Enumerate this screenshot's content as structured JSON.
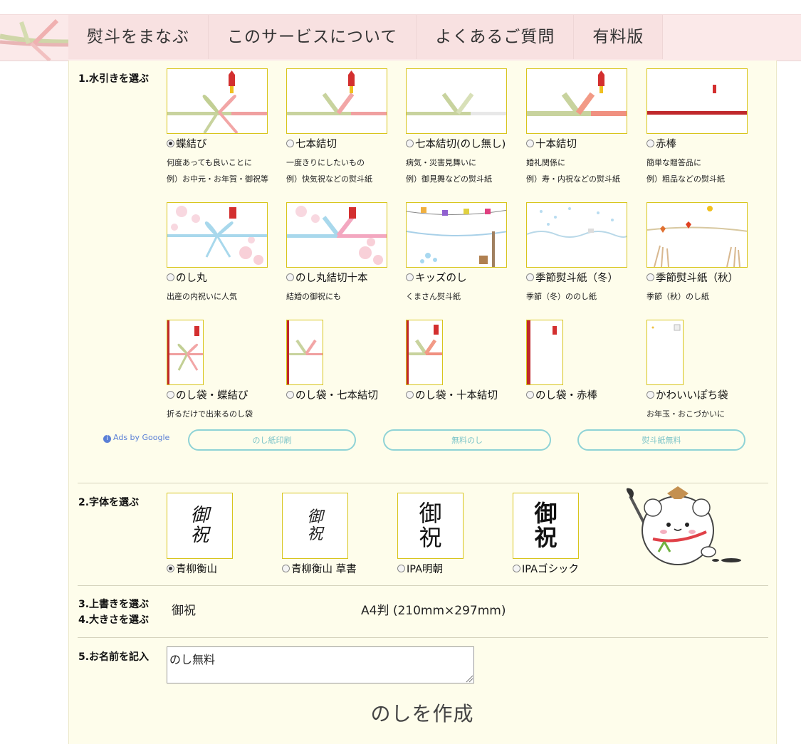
{
  "nav": {
    "items": [
      "熨斗をまなぶ",
      "このサービスについて",
      "よくあるご質問",
      "有料版"
    ]
  },
  "section1": {
    "label": "1.水引きを選ぶ",
    "items": [
      {
        "label": "蝶結び",
        "selected": true,
        "desc1": "何度あっても良いことに",
        "desc2": "例）お中元・お年賀・御祝等"
      },
      {
        "label": "七本結切",
        "selected": false,
        "desc1": "一度きりにしたいもの",
        "desc2": "例）快気祝などの熨斗紙"
      },
      {
        "label": "七本結切(のし無し)",
        "selected": false,
        "desc1": "病気・災害見舞いに",
        "desc2": "例）御見舞などの熨斗紙"
      },
      {
        "label": "十本結切",
        "selected": false,
        "desc1": "婚礼関係に",
        "desc2": "例）寿・内祝などの熨斗紙"
      },
      {
        "label": "赤棒",
        "selected": false,
        "desc1": "簡単な贈答品に",
        "desc2": "例）粗品などの熨斗紙"
      },
      {
        "label": "のし丸",
        "selected": false,
        "desc1": "出産の内祝いに人気",
        "desc2": ""
      },
      {
        "label": "のし丸結切十本",
        "selected": false,
        "desc1": "結婚の御祝にも",
        "desc2": ""
      },
      {
        "label": "キッズのし",
        "selected": false,
        "desc1": "くまさん熨斗紙",
        "desc2": ""
      },
      {
        "label": "季節熨斗紙（冬）",
        "selected": false,
        "desc1": "季節（冬）ののし紙",
        "desc2": ""
      },
      {
        "label": "季節熨斗紙（秋）",
        "selected": false,
        "desc1": "季節（秋）のし紙",
        "desc2": ""
      },
      {
        "label": "のし袋・蝶結び",
        "selected": false,
        "desc1": "折るだけで出来るのし袋",
        "desc2": ""
      },
      {
        "label": "のし袋・七本結切",
        "selected": false,
        "desc1": "",
        "desc2": ""
      },
      {
        "label": "のし袋・十本結切",
        "selected": false,
        "desc1": "",
        "desc2": ""
      },
      {
        "label": "のし袋・赤棒",
        "selected": false,
        "desc1": "",
        "desc2": ""
      },
      {
        "label": "かわいいぽち袋",
        "selected": false,
        "desc1": "お年玉・おこづかいに",
        "desc2": ""
      }
    ]
  },
  "ads": {
    "label": "Ads by Google",
    "buttons": [
      "のし紙印刷",
      "無料のし",
      "熨斗紙無料"
    ]
  },
  "section2": {
    "label": "2.字体を選ぶ",
    "sample_top": "御",
    "sample_bottom": "祝",
    "fonts": [
      {
        "label": "青柳衡山",
        "selected": true
      },
      {
        "label": "青柳衡山 草書",
        "selected": false
      },
      {
        "label": "IPA明朝",
        "selected": false
      },
      {
        "label": "IPAゴシック",
        "selected": false
      }
    ]
  },
  "section34": {
    "label3": "3.上書きを選ぶ",
    "label4": "4.大きさを選ぶ",
    "uwagaki": "御祝",
    "size": "A4判 (210mm×297mm)"
  },
  "section5": {
    "label": "5.お名前を記入",
    "name_value": "のし無料"
  },
  "create_button": "のしを作成",
  "colors": {
    "panel_bg": "#fefdeb",
    "header_bg": "#fbe9e9",
    "thumb_border": "#d8c51c",
    "mizuhiki_red": "#e04040",
    "mizuhiki_green": "#b8c98a"
  }
}
